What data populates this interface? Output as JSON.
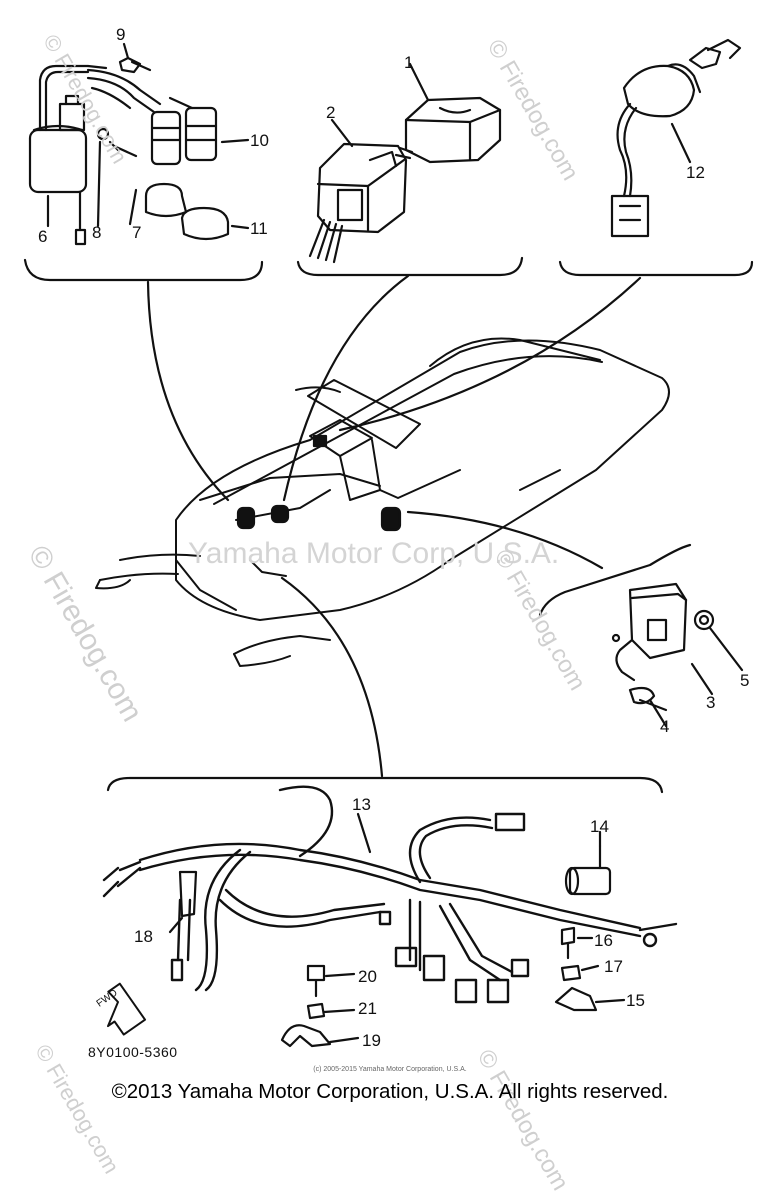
{
  "watermarks": {
    "center": "Yamaha Motor Corp, U.S.A.",
    "site": "© Firedog.com"
  },
  "callouts": [
    "1",
    "2",
    "3",
    "4",
    "5",
    "6",
    "7",
    "8",
    "9",
    "10",
    "11",
    "12",
    "13",
    "14",
    "15",
    "16",
    "17",
    "18",
    "19",
    "20",
    "21"
  ],
  "fwd_label": "FWD",
  "part_code": "8Y0100-5360",
  "small_copyright": "(c) 2005-2015 Yamaha Motor Corporation, U.S.A.",
  "copyright": "©2013 Yamaha Motor Corporation, U.S.A. All rights reserved."
}
